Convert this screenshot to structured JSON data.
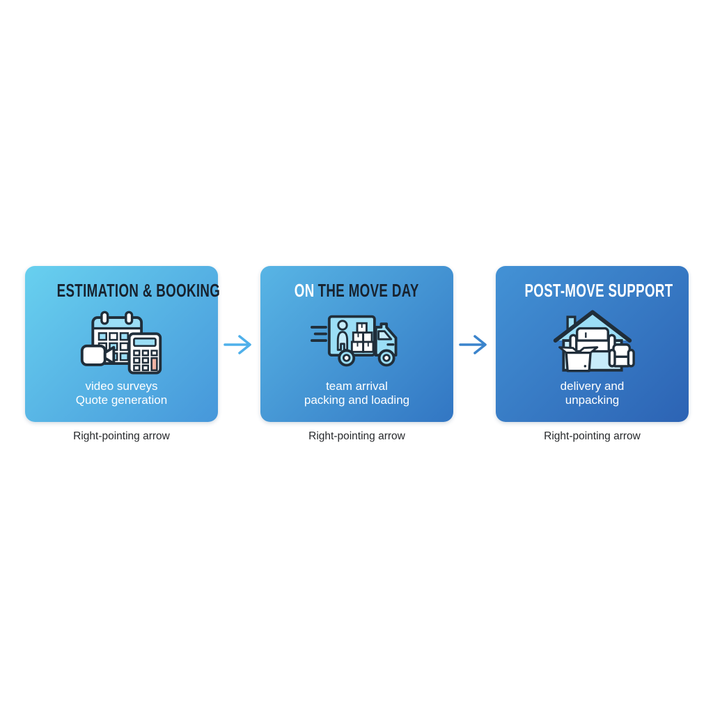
{
  "page": {
    "background": "#ffffff"
  },
  "cards": [
    {
      "name": "estimation-booking",
      "title_parts": [
        {
          "text": "ESTIMATION & BOOKING",
          "color": "#18222e"
        }
      ],
      "subtitle_lines": [
        "video surveys",
        "Quote generation"
      ],
      "icon": "calendar-calculator-video-icon",
      "caption": "Right-pointing arrow",
      "gradient": {
        "from": "#68d0ef",
        "to": "#4697da"
      }
    },
    {
      "name": "move-day",
      "title_parts": [
        {
          "text": "ON",
          "color": "#ffffff"
        },
        {
          "text": "THE MOVE DAY",
          "color": "#18222e"
        }
      ],
      "subtitle_lines": [
        "team arrival",
        "packing and loading"
      ],
      "icon": "moving-truck-icon",
      "caption": "Right-pointing arrow",
      "gradient": {
        "from": "#58b5e5",
        "to": "#3276c3"
      }
    },
    {
      "name": "post-move-support",
      "title_parts": [
        {
          "text": "POST-MOVE SUPPORT",
          "color": "#ffffff"
        }
      ],
      "subtitle_lines": [
        "delivery and",
        "unpacking"
      ],
      "icon": "house-furniture-icon",
      "caption": "Right-pointing arrow",
      "gradient": {
        "from": "#4392d5",
        "to": "#2c63b4"
      }
    }
  ],
  "arrows": [
    {
      "name": "arrow-1",
      "color": "#4fb0ea"
    },
    {
      "name": "arrow-2",
      "color": "#3b84cc"
    }
  ],
  "icon_colors": {
    "outline": "#202e3a",
    "light_blue": "#9bdef6",
    "pale_blue": "#c7ecfa",
    "white": "#ffffff",
    "salmon": "#efb3a4"
  }
}
